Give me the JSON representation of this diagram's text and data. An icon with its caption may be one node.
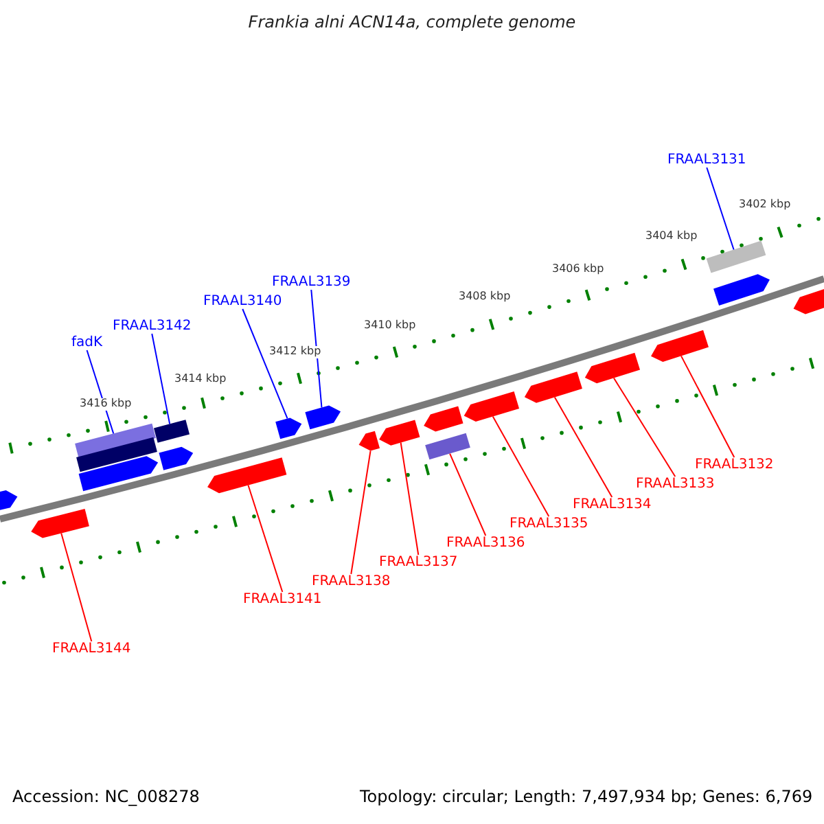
{
  "diagram": {
    "title": "Frankia alni ACN14a, complete genome",
    "nodes": [
      {
        "text": [
          "FRAAL3131"
        ]
      },
      {
        "text": [
          "fadK"
        ]
      },
      {
        "text": [
          "FRAAL3142"
        ]
      },
      {
        "text": [
          "FRAAL3140"
        ]
      },
      {
        "text": [
          "FRAAL3139"
        ]
      },
      {
        "text": [
          "FRAAL3144"
        ]
      },
      {
        "text": [
          "FRAAL3141"
        ]
      },
      {
        "text": [
          "FRAAL3138"
        ]
      },
      {
        "text": [
          "FRAAL3137"
        ]
      },
      {
        "text": [
          "FRAAL3136"
        ]
      },
      {
        "text": [
          "FRAAL3135"
        ]
      },
      {
        "text": [
          "FRAAL3134"
        ]
      },
      {
        "text": [
          "FRAAL3133"
        ]
      },
      {
        "text": [
          "FRAAL3132"
        ]
      },
      {
        "text": [],
        "shape": "arrow"
      },
      {
        "text": [],
        "shape": "arrow"
      },
      {
        "text": [],
        "shape": "bar"
      },
      {
        "text": [],
        "shape": "bar"
      },
      {
        "text": [],
        "shape": "arrow"
      },
      {
        "text": [],
        "shape": "bar"
      },
      {
        "text": [],
        "shape": "arrow"
      },
      {
        "text": [],
        "shape": "arrow"
      },
      {
        "text": [],
        "shape": "arrow"
      },
      {
        "text": [],
        "shape": "arrow"
      },
      {
        "text": [],
        "shape": "arrow"
      },
      {
        "text": [],
        "shape": "arrow"
      },
      {
        "text": [],
        "shape": "bar"
      },
      {
        "text": [],
        "shape": "arrow"
      },
      {
        "text": [],
        "shape": "arrow"
      },
      {
        "text": [],
        "shape": "arrow"
      },
      {
        "text": [],
        "shape": "arrow"
      },
      {
        "text": [],
        "shape": "arrow"
      },
      {
        "text": [],
        "shape": "bar"
      },
      {
        "text": [],
        "shape": "arrow"
      },
      {
        "text": [],
        "shape": "arrow"
      }
    ],
    "edges": [
      {
        "from": 0,
        "to": 32,
        "arrow": "none",
        "color": "#0000ff"
      },
      {
        "from": 1,
        "to": 16,
        "arrow": "none",
        "color": "#0000ff"
      },
      {
        "from": 2,
        "to": 19,
        "arrow": "none",
        "color": "#0000ff"
      },
      {
        "from": 3,
        "to": 22,
        "arrow": "none",
        "color": "#0000ff"
      },
      {
        "from": 4,
        "to": 23,
        "arrow": "none",
        "color": "#0000ff"
      },
      {
        "from": 5,
        "to": 15,
        "arrow": "none"
      },
      {
        "from": 6,
        "to": 21,
        "arrow": "none"
      },
      {
        "from": 7,
        "to": 24,
        "arrow": "none"
      },
      {
        "from": 8,
        "to": 25,
        "arrow": "none"
      },
      {
        "from": 9,
        "to": 26,
        "arrow": "none"
      },
      {
        "from": 10,
        "to": 28,
        "arrow": "none"
      },
      {
        "from": 11,
        "to": 29,
        "arrow": "none"
      },
      {
        "from": 12,
        "to": 30,
        "arrow": "none"
      },
      {
        "from": 13,
        "to": 31,
        "arrow": "none"
      }
    ],
    "labels": [
      "3416 kbp",
      "3414 kbp",
      "3412 kbp",
      "3410 kbp",
      "3408 kbp",
      "3406 kbp",
      "3404 kbp",
      "3402 kbp",
      "Accession: NC_008278",
      "Topology: circular; Length: 7,497,934 bp; Genes: 6,769"
    ]
  }
}
